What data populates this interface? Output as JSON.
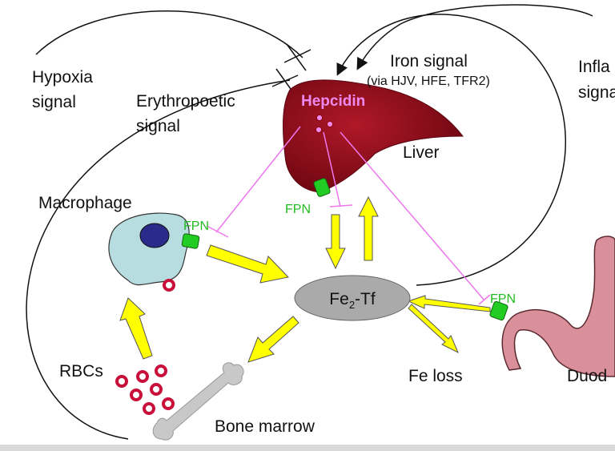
{
  "labels": {
    "hypoxia": [
      "Hypoxia",
      "signal"
    ],
    "erythropoetic": [
      "Erythropoetic",
      "signal"
    ],
    "iron": [
      "Iron signal",
      "(via HJV, HFE, TFR2)"
    ],
    "inflammation": [
      "Infla",
      "signa"
    ],
    "hepcidin": "Hepcidin",
    "liver": "Liver",
    "macrophage": "Macrophage",
    "fpn": "FPN",
    "fe_tf": {
      "base": "Fe",
      "sub": "2",
      "rest": "-Tf"
    },
    "fe_loss": "Fe loss",
    "duodenum": "Duod",
    "rbcs": "RBCs",
    "bone_marrow": "Bone marrow"
  },
  "colors": {
    "liver": "#8b0a1a",
    "hepcidin": "#ee88ee",
    "fpn": "#22bb22",
    "flow_arrow": "#ffff00",
    "macrophage": "#b8dde0",
    "nucleus": "#2a2a8a",
    "rbc": "#c8103a",
    "transferrin": "#aaaaaa",
    "bone": "#c8c8c8",
    "duodenum": "#d9909a"
  }
}
